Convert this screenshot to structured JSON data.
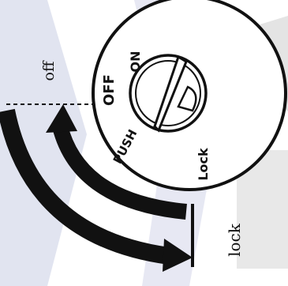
{
  "labels": {
    "off": "off",
    "lock": "lock"
  },
  "dial": {
    "on": "ON",
    "off": "OFF",
    "push": "PUSH",
    "lock": "Lock"
  },
  "colors": {
    "ink": "#111111",
    "watermark": "#c9cde3",
    "watermark_gray": "#cfcfcf"
  }
}
